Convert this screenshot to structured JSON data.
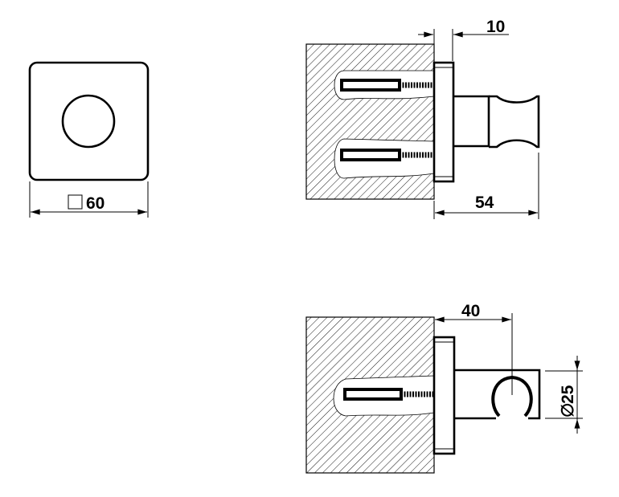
{
  "front_view": {
    "dimension_symbol": "□",
    "dimension_value": "60"
  },
  "hook_side_view": {
    "flange_thickness_label": "10",
    "projection_label": "54"
  },
  "holder_side_view": {
    "center_distance_label": "40",
    "diameter_symbol": "∅",
    "diameter_label": "25"
  },
  "colors": {
    "line": "#000000",
    "background": "#ffffff"
  }
}
